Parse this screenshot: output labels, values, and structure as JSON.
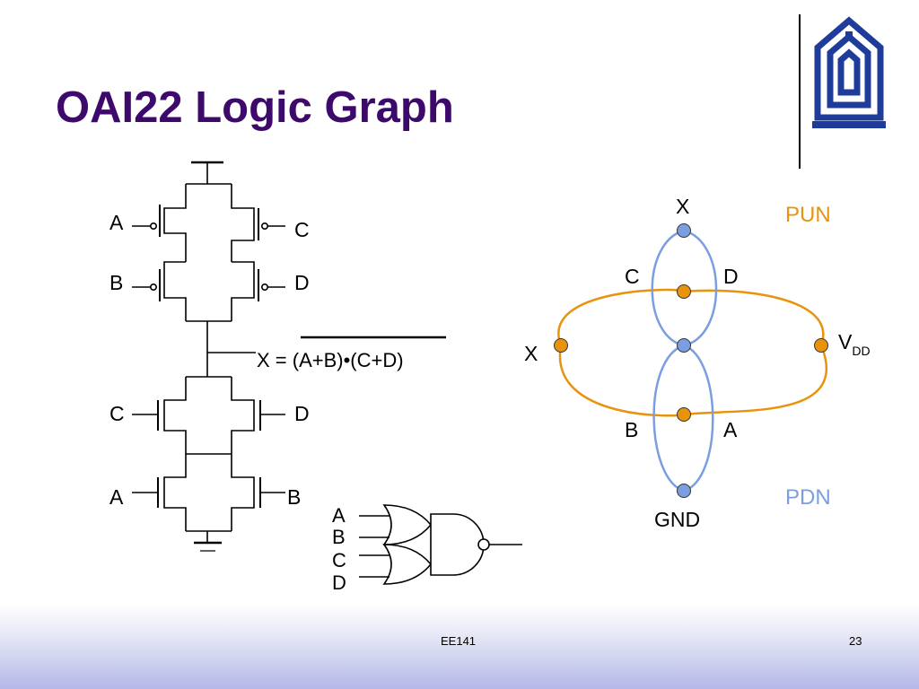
{
  "slide": {
    "title": "OAI22 Logic Graph",
    "footer_course": "EE141",
    "page_number": "23"
  },
  "schematic": {
    "pmos_labels": {
      "left_top": "A",
      "right_top": "C",
      "left_bottom": "B",
      "right_bottom": "D"
    },
    "nmos_labels": {
      "left_top": "C",
      "right_top": "D",
      "left_bottom": "A",
      "right_bottom": "B"
    },
    "output_equation": "X = (A+B)•(C+D)"
  },
  "gate_symbol": {
    "inputs": [
      "A",
      "B",
      "C",
      "D"
    ]
  },
  "logic_graph": {
    "pun_label": "PUN",
    "pdn_label": "PDN",
    "pun_color": "#e8930c",
    "pdn_color": "#7a9ee0",
    "node_labels": {
      "top": "X",
      "left": "X",
      "vdd_main": "V",
      "vdd_sub": "DD",
      "gnd": "GND"
    },
    "edge_labels": {
      "c": "C",
      "d": "D",
      "b": "B",
      "a": "A"
    }
  }
}
